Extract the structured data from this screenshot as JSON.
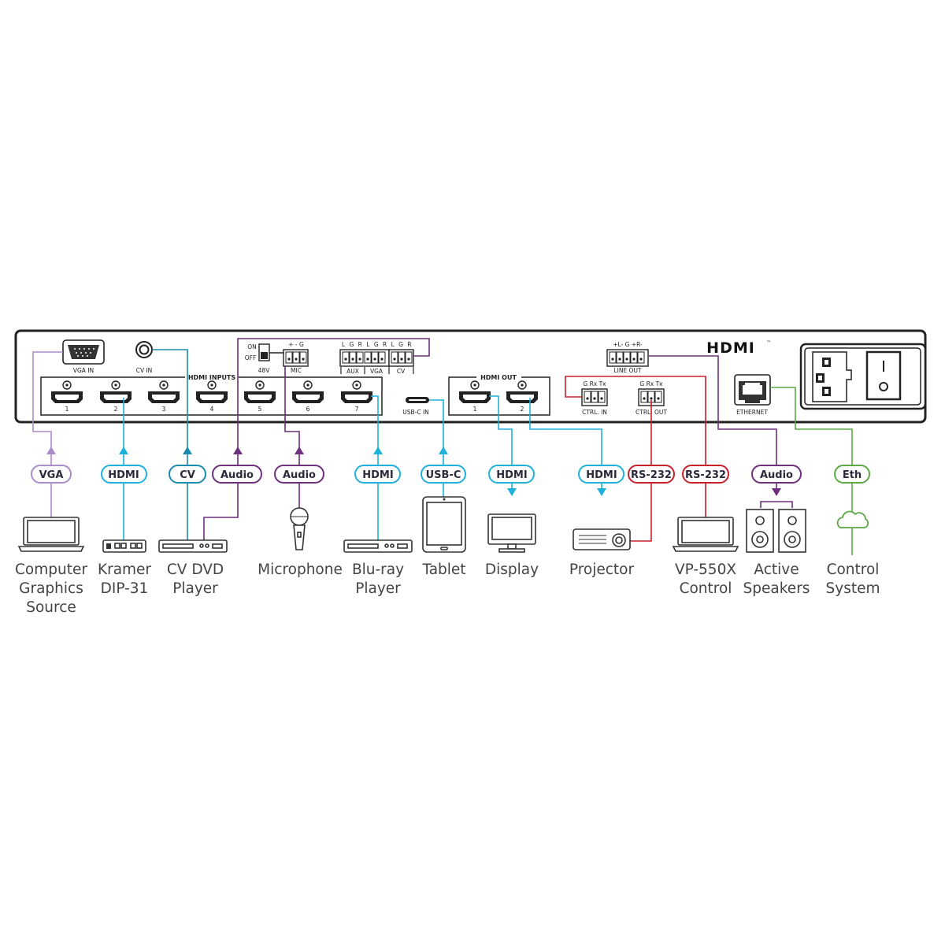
{
  "colors": {
    "vga": "#a98ccb",
    "hdmi": "#1db1dc",
    "cv": "#1a8bb0",
    "audio": "#6d2f7e",
    "rs232": "#c8202a",
    "eth": "#5ba845"
  },
  "panel": {
    "vga_in": "VGA IN",
    "cv_in": "CV IN",
    "hdmi_inputs": "HDMI INPUTS",
    "input_numbers": [
      "1",
      "2",
      "3",
      "4",
      "5",
      "6",
      "7"
    ],
    "on": "ON",
    "off": "OFF",
    "v48": "48V",
    "mic_pins": "+  -  G",
    "mic": "MIC",
    "audio_pins": "L G R L G R L G R",
    "aux": "AUX",
    "vga": "VGA",
    "cv": "CV",
    "usbc_in": "USB-C IN",
    "hdmi_out": "HDMI OUT",
    "output_numbers": [
      "1",
      "2"
    ],
    "line_out_pins": "+L-  G  +R-",
    "line_out": "LINE OUT",
    "ctrl_pins": "G Rx Tx",
    "ctrl_in": "CTRL. IN",
    "ctrl_out": "CTRL. OUT",
    "hdmi_logo": "HDMI",
    "tm": "™",
    "ethernet": "ETHERNET"
  },
  "connections": [
    {
      "label": "VGA",
      "device": [
        "Computer",
        "Graphics",
        "Source"
      ]
    },
    {
      "label": "HDMI",
      "device": [
        "Kramer",
        "DIP-31"
      ]
    },
    {
      "label": "CV",
      "device": [
        "CV DVD",
        "Player"
      ]
    },
    {
      "label": "Audio"
    },
    {
      "label": "Audio",
      "device": [
        "Microphone"
      ]
    },
    {
      "label": "HDMI",
      "device": [
        "Blu-ray",
        "Player"
      ]
    },
    {
      "label": "USB-C",
      "device": [
        "Tablet"
      ]
    },
    {
      "label": "HDMI",
      "device": [
        "Display"
      ]
    },
    {
      "label": "HDMI",
      "device": [
        "Projector"
      ]
    },
    {
      "label": "RS-232"
    },
    {
      "label": "RS-232",
      "device": [
        "VP-550X",
        "Control"
      ]
    },
    {
      "label": "Audio",
      "device": [
        "Active",
        "Speakers"
      ]
    },
    {
      "label": "Eth",
      "device": [
        "Control",
        "System"
      ]
    }
  ]
}
